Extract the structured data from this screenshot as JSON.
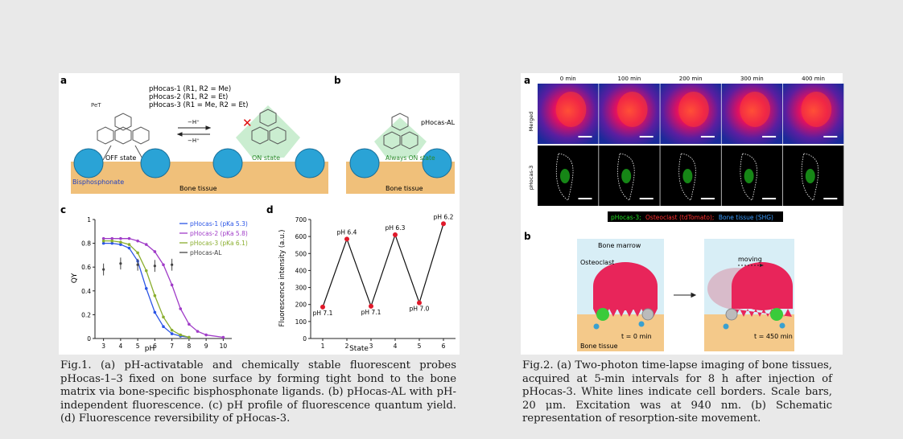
{
  "fig1": {
    "labels": {
      "a": "a",
      "b": "b",
      "c": "c",
      "d": "d"
    },
    "scheme_a": {
      "probe_list": [
        "pHocas-1 (R1, R2 = Me)",
        "pHocas-2 (R1, R2 = Et)",
        "pHocas-3 (R1 = Me, R2 = Et)"
      ],
      "minus_h_top": "−H⁺",
      "minus_h_bottom": "−H⁺",
      "off_state": "OFF state",
      "on_state": "ON state",
      "bisphosphonate": "Bisphosphonate",
      "bone_tissue": "Bone tissue"
    },
    "scheme_b": {
      "probe": "pHocas-AL",
      "always_on": "Always ON state",
      "bone_tissue": "Bone tissue"
    },
    "caption": "Fig.1. (a) pH-activatable and chemically stable fluorescent probes pHocas-1–3 fixed on bone surface by forming tight bond to the bone matrix via bone-specific bisphosphonate ligands. (b) pHocas-AL with pH-independent fluorescence. (c) pH profile of fluorescence quantum yield. (d) Fluorescence reversibility of pHocas-3."
  },
  "fig2": {
    "labels": {
      "a": "a",
      "b": "b"
    },
    "timepoints": [
      "0 min",
      "100 min",
      "200 min",
      "300 min",
      "400 min"
    ],
    "row_labels": [
      "Merged",
      "pHocas-3"
    ],
    "legend": {
      "green": "pHocas-3;",
      "red": "Osteoclast (tdTomato);",
      "blue": "Bone tissue (SHG)",
      "green_color": "#22dd22",
      "red_color": "#ff2222",
      "blue_color": "#3399ff"
    },
    "scheme": {
      "bone_marrow": "Bone marrow",
      "osteoclast": "Osteoclast",
      "moving": "moving",
      "t0": "t = 0 min",
      "t450": "t = 450 min",
      "bone_tissue": "Bone tissue"
    },
    "caption": "Fig.2. (a) Two-photon time-lapse imaging of bone tissues, acquired at 5-min intervals for 8 h after injection of pHocas-3. White lines indicate cell borders. Scale bars, 20 μm. Excitation was at 940 nm. (b) Schematic representation of resorption-site movement."
  },
  "chart_data": [
    {
      "type": "line",
      "xlabel": "pH",
      "ylabel": "QY",
      "xlim": [
        2.5,
        10.5
      ],
      "ylim": [
        0,
        1
      ],
      "xticks": [
        3,
        4,
        5,
        6,
        7,
        8,
        9,
        10
      ],
      "yticks": [
        0,
        0.2,
        0.4,
        0.6,
        0.8,
        1
      ],
      "legend_position": "top-right",
      "series": [
        {
          "name": "pHocas-1 (pKa 5.3)",
          "color": "#2b55e6",
          "points": [
            [
              3,
              0.8
            ],
            [
              3.5,
              0.8
            ],
            [
              4,
              0.79
            ],
            [
              4.5,
              0.76
            ],
            [
              5,
              0.65
            ],
            [
              5.5,
              0.42
            ],
            [
              6,
              0.22
            ],
            [
              6.5,
              0.1
            ],
            [
              7,
              0.04
            ],
            [
              7.5,
              0.02
            ],
            [
              8,
              0.01
            ]
          ]
        },
        {
          "name": "pHocas-2 (pKa 5.8)",
          "color": "#a03cc8",
          "points": [
            [
              3,
              0.84
            ],
            [
              3.5,
              0.84
            ],
            [
              4,
              0.84
            ],
            [
              4.5,
              0.84
            ],
            [
              5,
              0.82
            ],
            [
              5.5,
              0.79
            ],
            [
              6,
              0.73
            ],
            [
              6.5,
              0.62
            ],
            [
              7,
              0.45
            ],
            [
              7.5,
              0.25
            ],
            [
              8,
              0.12
            ],
            [
              8.5,
              0.06
            ],
            [
              9,
              0.03
            ],
            [
              10,
              0.01
            ]
          ]
        },
        {
          "name": "pHocas-3 (pKa 6.1)",
          "color": "#8aae2e",
          "points": [
            [
              3,
              0.82
            ],
            [
              3.5,
              0.82
            ],
            [
              4,
              0.81
            ],
            [
              4.5,
              0.79
            ],
            [
              5,
              0.72
            ],
            [
              5.5,
              0.57
            ],
            [
              6,
              0.36
            ],
            [
              6.5,
              0.18
            ],
            [
              7,
              0.07
            ],
            [
              7.5,
              0.03
            ],
            [
              8,
              0.01
            ]
          ]
        },
        {
          "name": "pHocas-AL",
          "color": "#444444",
          "points": [
            [
              3,
              0.58
            ],
            [
              4,
              0.63
            ],
            [
              5,
              0.62
            ],
            [
              6,
              0.61
            ],
            [
              7,
              0.62
            ]
          ]
        }
      ]
    },
    {
      "type": "line",
      "xlabel": "State",
      "ylabel": "Fluorescence intensity (a.u.)",
      "xlim": [
        0.5,
        6.5
      ],
      "ylim": [
        0,
        700
      ],
      "xticks": [
        1,
        2,
        3,
        4,
        5,
        6
      ],
      "yticks": [
        0,
        100,
        200,
        300,
        400,
        500,
        600,
        700
      ],
      "series": [
        {
          "points": [
            [
              1,
              185
            ],
            [
              2,
              585
            ],
            [
              3,
              190
            ],
            [
              4,
              610
            ],
            [
              5,
              210
            ],
            [
              6,
              675
            ]
          ],
          "labels": [
            "pH 7.1",
            "pH 6.4",
            "pH 7.1",
            "pH 6.3",
            "pH 7.0",
            "pH 6.2"
          ],
          "color": "#111111",
          "marker_color": "#e0192a"
        }
      ]
    }
  ]
}
